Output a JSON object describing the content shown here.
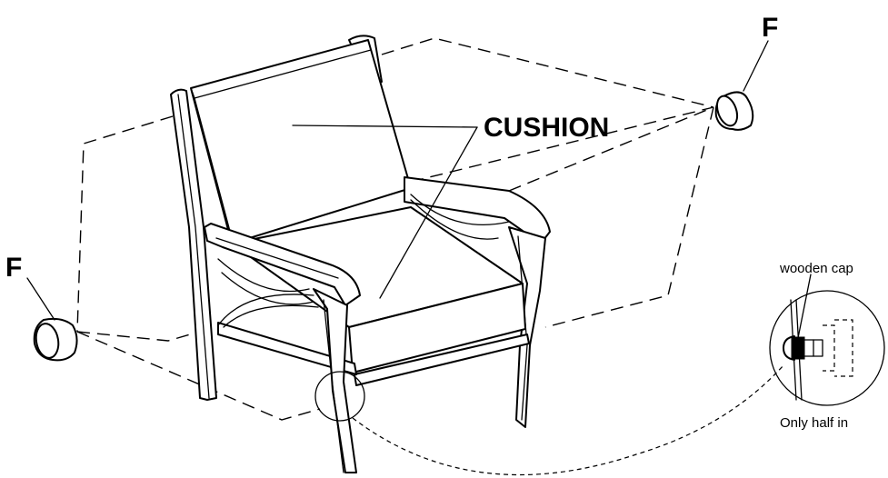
{
  "labels": {
    "cushion": "CUSHION",
    "part_f_right": "F",
    "part_f_left": "F",
    "wooden_cap": "wooden cap",
    "only_half_in": "Only half in"
  }
}
